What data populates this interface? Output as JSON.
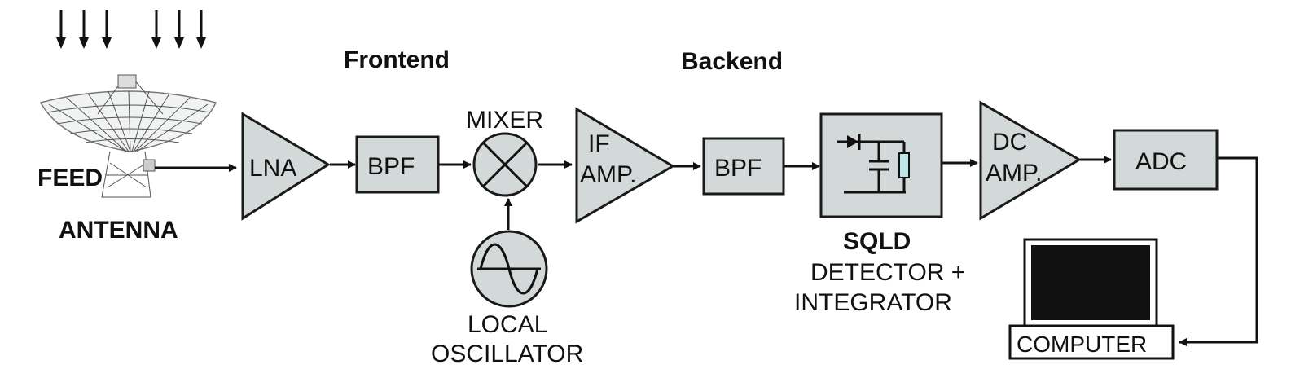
{
  "labels": {
    "frontend": "Frontend",
    "backend": "Backend",
    "feed": "FEED",
    "antenna": "ANTENNA",
    "lna": "LNA",
    "bpf1": "BPF",
    "mixer": "MIXER",
    "if_amp_line1": "IF",
    "if_amp_line2": "AMP.",
    "bpf2": "BPF",
    "local_osc_line1": "LOCAL",
    "local_osc_line2": "OSCILLATOR",
    "sqld": "SQLD",
    "detector_line1": "DETECTOR +",
    "detector_line2": "INTEGRATOR",
    "dc_amp_line1": "DC",
    "dc_amp_line2": "AMP.",
    "adc": "ADC",
    "computer": "COMPUTER"
  },
  "colors": {
    "block_fill": "#d3d9d8",
    "stroke": "#1a1a1a",
    "screen": "#111111",
    "resistor_fill": "#bfe6e6"
  },
  "icons": [
    "incoming-signal-arrows-icon",
    "dish-antenna-icon",
    "sine-wave-icon",
    "diode-icon",
    "capacitor-icon",
    "resistor-icon",
    "computer-monitor-icon"
  ]
}
